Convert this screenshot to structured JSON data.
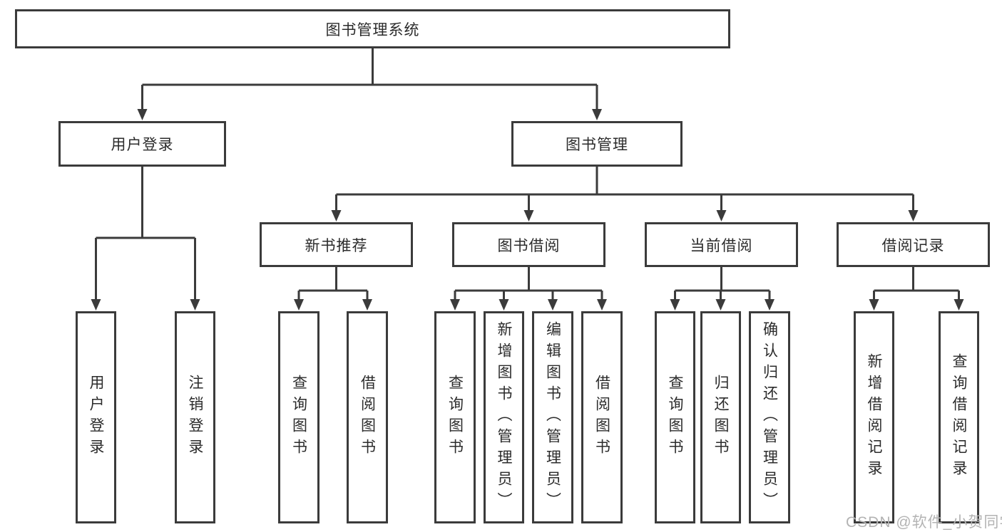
{
  "diagram": {
    "title": "图书管理系统",
    "nodes": [
      {
        "id": "root",
        "label": "图书管理系统"
      },
      {
        "id": "user-login",
        "label": "用户登录"
      },
      {
        "id": "book-mgmt",
        "label": "图书管理"
      },
      {
        "id": "user-login-leaf",
        "label": "用户登录"
      },
      {
        "id": "logout-leaf",
        "label": "注销登录"
      },
      {
        "id": "new-book-rec",
        "label": "新书推荐"
      },
      {
        "id": "book-borrow",
        "label": "图书借阅"
      },
      {
        "id": "current-borrow",
        "label": "当前借阅"
      },
      {
        "id": "borrow-record",
        "label": "借阅记录"
      },
      {
        "id": "search-book-1",
        "label": "查询图书"
      },
      {
        "id": "borrow-book-1",
        "label": "借阅图书"
      },
      {
        "id": "search-book-2",
        "label": "查询图书"
      },
      {
        "id": "add-book",
        "label": "新增图书（管理员）"
      },
      {
        "id": "edit-book",
        "label": "编辑图书（管理员）"
      },
      {
        "id": "borrow-book-2",
        "label": "借阅图书"
      },
      {
        "id": "search-book-3",
        "label": "查询图书"
      },
      {
        "id": "return-book",
        "label": "归还图书"
      },
      {
        "id": "confirm-return",
        "label": "确认归还（管理员）"
      },
      {
        "id": "add-borrow-record",
        "label": "新增借阅记录"
      },
      {
        "id": "search-borrow-record",
        "label": "查询借阅记录"
      }
    ],
    "edges": [
      {
        "from": "root",
        "to": [
          "user-login",
          "book-mgmt"
        ]
      },
      {
        "from": "user-login",
        "to": [
          "user-login-leaf",
          "logout-leaf"
        ]
      },
      {
        "from": "book-mgmt",
        "to": [
          "new-book-rec",
          "book-borrow",
          "current-borrow",
          "borrow-record"
        ]
      },
      {
        "from": "new-book-rec",
        "to": [
          "search-book-1",
          "borrow-book-1"
        ]
      },
      {
        "from": "book-borrow",
        "to": [
          "search-book-2",
          "add-book",
          "edit-book",
          "borrow-book-2"
        ]
      },
      {
        "from": "current-borrow",
        "to": [
          "search-book-3",
          "return-book",
          "confirm-return"
        ]
      },
      {
        "from": "borrow-record",
        "to": [
          "add-borrow-record",
          "search-borrow-record"
        ]
      }
    ],
    "colors": {
      "line": "#3b3b3b",
      "text": "#2b2b2b",
      "background": "#ffffff",
      "watermark": "#b3b3b3"
    }
  },
  "watermark": {
    "text": "CSDN @软件_小贺同学"
  }
}
